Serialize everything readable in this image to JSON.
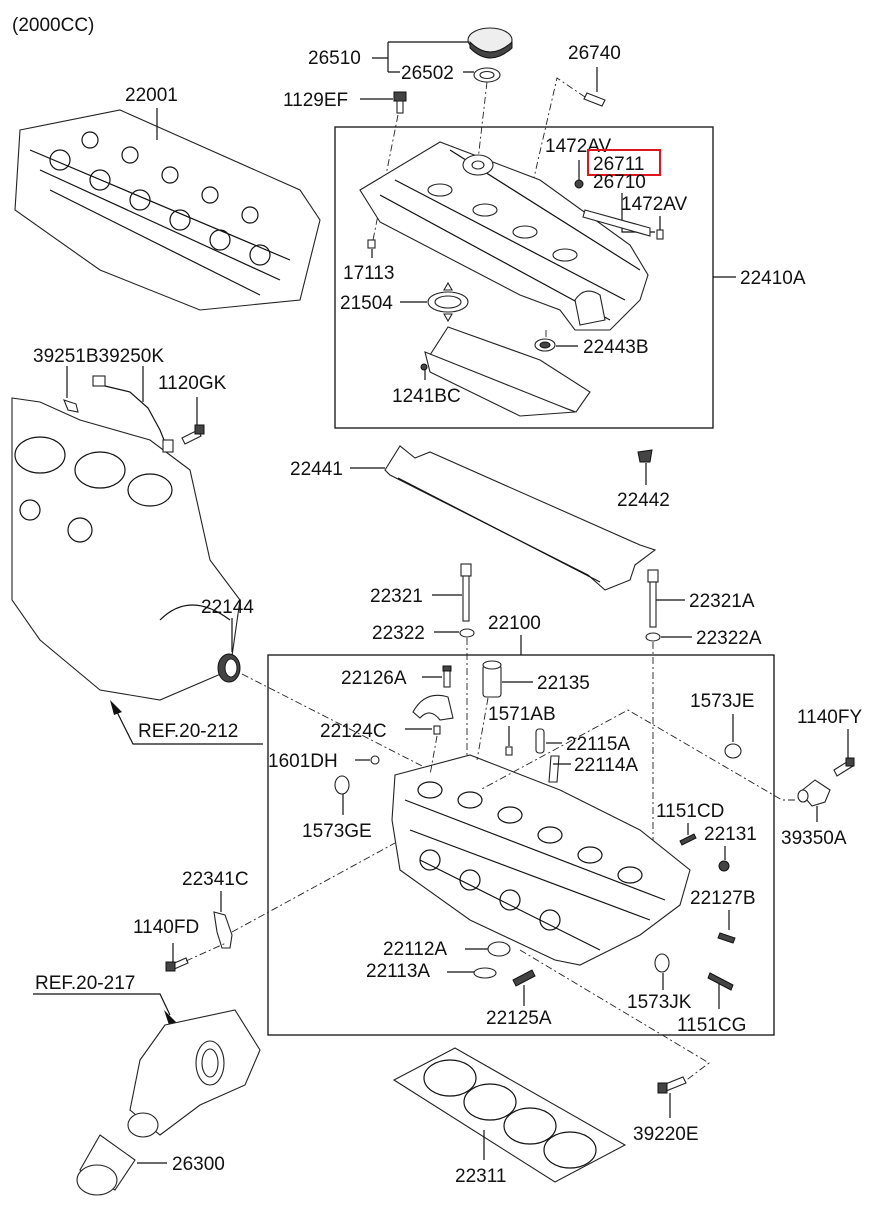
{
  "diagram": {
    "title": "(2000CC)",
    "highlight_color": "#e0141c",
    "highlighted_part": "26711",
    "groups": {
      "rocker_cover_group": "22410A",
      "cylinder_head_group": "22100",
      "oil_filler_cap_group": "26510"
    },
    "labels": {
      "p22001": "22001",
      "p26510": "26510",
      "p26502": "26502",
      "p26740": "26740",
      "p1129EF": "1129EF",
      "p1472AV_a": "1472AV",
      "p26711": "26711",
      "p26710": "26710",
      "p1472AV_b": "1472AV",
      "p22410A": "22410A",
      "p17113": "17113",
      "p21504": "21504",
      "p22443B": "22443B",
      "p1241BC": "1241BC",
      "p39251B39250K": "39251B39250K",
      "p1120GK": "1120GK",
      "p22441": "22441",
      "p22442": "22442",
      "p22321": "22321",
      "p22322": "22322",
      "p22100": "22100",
      "p22321A": "22321A",
      "p22322A": "22322A",
      "p22144": "22144",
      "p22126A": "22126A",
      "p22135": "22135",
      "p1573JE": "1573JE",
      "p1140FY": "1140FY",
      "pREF20212": "REF.20-212",
      "p22124C": "22124C",
      "p1571AB": "1571AB",
      "p22115A": "22115A",
      "p1601DH": "1601DH",
      "p22114A": "22114A",
      "p1151CD": "1151CD",
      "p39350A": "39350A",
      "p1573GE": "1573GE",
      "p22131": "22131",
      "p22341C": "22341C",
      "p22127B": "22127B",
      "p1140FD": "1140FD",
      "p22112A": "22112A",
      "p22113A": "22113A",
      "pREF20217": "REF.20-217",
      "p1573JK": "1573JK",
      "p22125A": "22125A",
      "p1151CG": "1151CG",
      "p39220E": "39220E",
      "p26300": "26300",
      "p22311": "22311"
    }
  }
}
